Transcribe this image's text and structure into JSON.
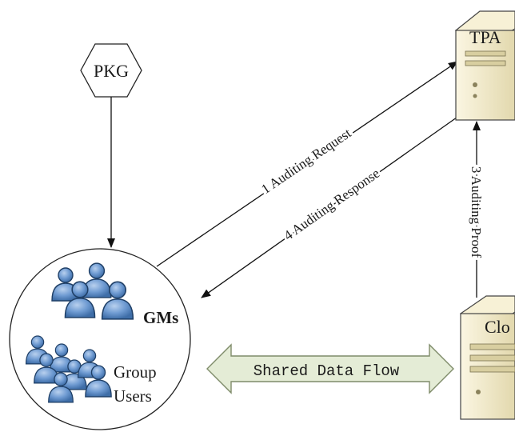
{
  "nodes": {
    "pkg": "PKG",
    "tpa": "TPA",
    "gms": "GMs",
    "group_users_line1": "Group",
    "group_users_line2": "Users",
    "cloud": "Clo"
  },
  "edges": {
    "auditing_request": "1 Auditing Request",
    "auditing_response": "4 Auditing Response",
    "auditing_proof": "3 Auditing Proof",
    "shared_data_flow": "Shared Data Flow"
  },
  "colors": {
    "user_fill": "#5f8fc8",
    "user_fill_light": "#8fb4de",
    "user_stroke": "#1f3f66",
    "flow_fill": "#e4ecd6",
    "flow_stroke": "#7f8c6a",
    "server_body": "#efe8c8",
    "server_side": "#cfc59a"
  }
}
